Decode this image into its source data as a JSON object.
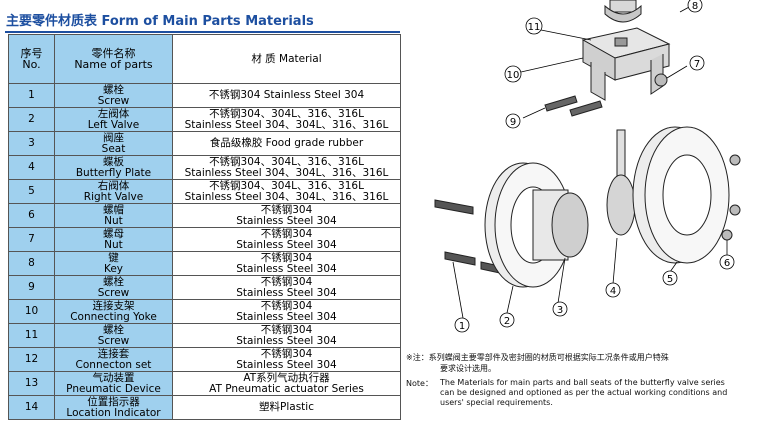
{
  "title": "主要零件材质表  Form of Main Parts Materials",
  "table": {
    "header": {
      "num_cn": "序号",
      "num_en": "No.",
      "name_cn": "零件名称",
      "name_en": "Name of parts",
      "material": "材 质 Material"
    },
    "rows": [
      {
        "no": "1",
        "cn": "螺栓",
        "en": "Screw",
        "mat": [
          "不锈钢304 Stainless Steel 304"
        ]
      },
      {
        "no": "2",
        "cn": "左阀体",
        "en": "Left Valve",
        "mat": [
          "不锈钢304、304L、316、316L",
          "Stainless Steel 304、304L、316、316L"
        ]
      },
      {
        "no": "3",
        "cn": "阀座",
        "en": "Seat",
        "mat": [
          "食品级橡胶 Food grade rubber"
        ]
      },
      {
        "no": "4",
        "cn": "蝶板",
        "en": "Butterfly Plate",
        "mat": [
          "不锈钢304、304L、316、316L",
          "Stainless Steel 304、304L、316、316L"
        ]
      },
      {
        "no": "5",
        "cn": "右阀体",
        "en": "Right Valve",
        "mat": [
          "不锈钢304、304L、316、316L",
          "Stainless Steel 304、304L、316、316L"
        ]
      },
      {
        "no": "6",
        "cn": "螺帽",
        "en": "Nut",
        "mat": [
          "不锈钢304",
          "Stainless Steel 304"
        ]
      },
      {
        "no": "7",
        "cn": "螺母",
        "en": "Nut",
        "mat": [
          "不锈钢304",
          "Stainless Steel 304"
        ]
      },
      {
        "no": "8",
        "cn": "键",
        "en": "Key",
        "mat": [
          "不锈钢304",
          "Stainless Steel 304"
        ]
      },
      {
        "no": "9",
        "cn": "螺栓",
        "en": "Screw",
        "mat": [
          "不锈钢304",
          "Stainless Steel 304"
        ]
      },
      {
        "no": "10",
        "cn": "连接支架",
        "en": "Connecting Yoke",
        "mat": [
          "不锈钢304",
          "Stainless Steel 304"
        ]
      },
      {
        "no": "11",
        "cn": "螺栓",
        "en": "Screw",
        "mat": [
          "不锈钢304",
          "Stainless Steel 304"
        ]
      },
      {
        "no": "12",
        "cn": "连接套",
        "en": "Connecton set",
        "mat": [
          "不锈钢304",
          "Stainless Steel 304"
        ]
      },
      {
        "no": "13",
        "cn": "气动装置",
        "en": "Pneumatic Device",
        "mat": [
          "AT系列气动执行器",
          "AT Pneumatic actuator Series"
        ]
      },
      {
        "no": "14",
        "cn": "位置指示器",
        "en": "Location Indicator",
        "mat": [
          "塑料Plastic"
        ]
      }
    ]
  },
  "notes": {
    "cn_1": "※注：系列蝶阀主要零部件及密封圈的材质可根据实际工况条件或用户特殊",
    "cn_2": "要求设计选用。",
    "en_label": "Note：",
    "en_1": "The Materials for main parts and ball seats of the butterfly valve series",
    "en_2": "can be designed and optioned as per the actual working conditions and",
    "en_3": "users' special requirements."
  },
  "diagram": {
    "callouts": [
      "1",
      "2",
      "3",
      "4",
      "5",
      "6",
      "7",
      "8",
      "9",
      "10",
      "11"
    ]
  },
  "colors": {
    "title_blue": "#1d4fa0",
    "table_blue": "#9fd0ee",
    "border": "#555555"
  }
}
